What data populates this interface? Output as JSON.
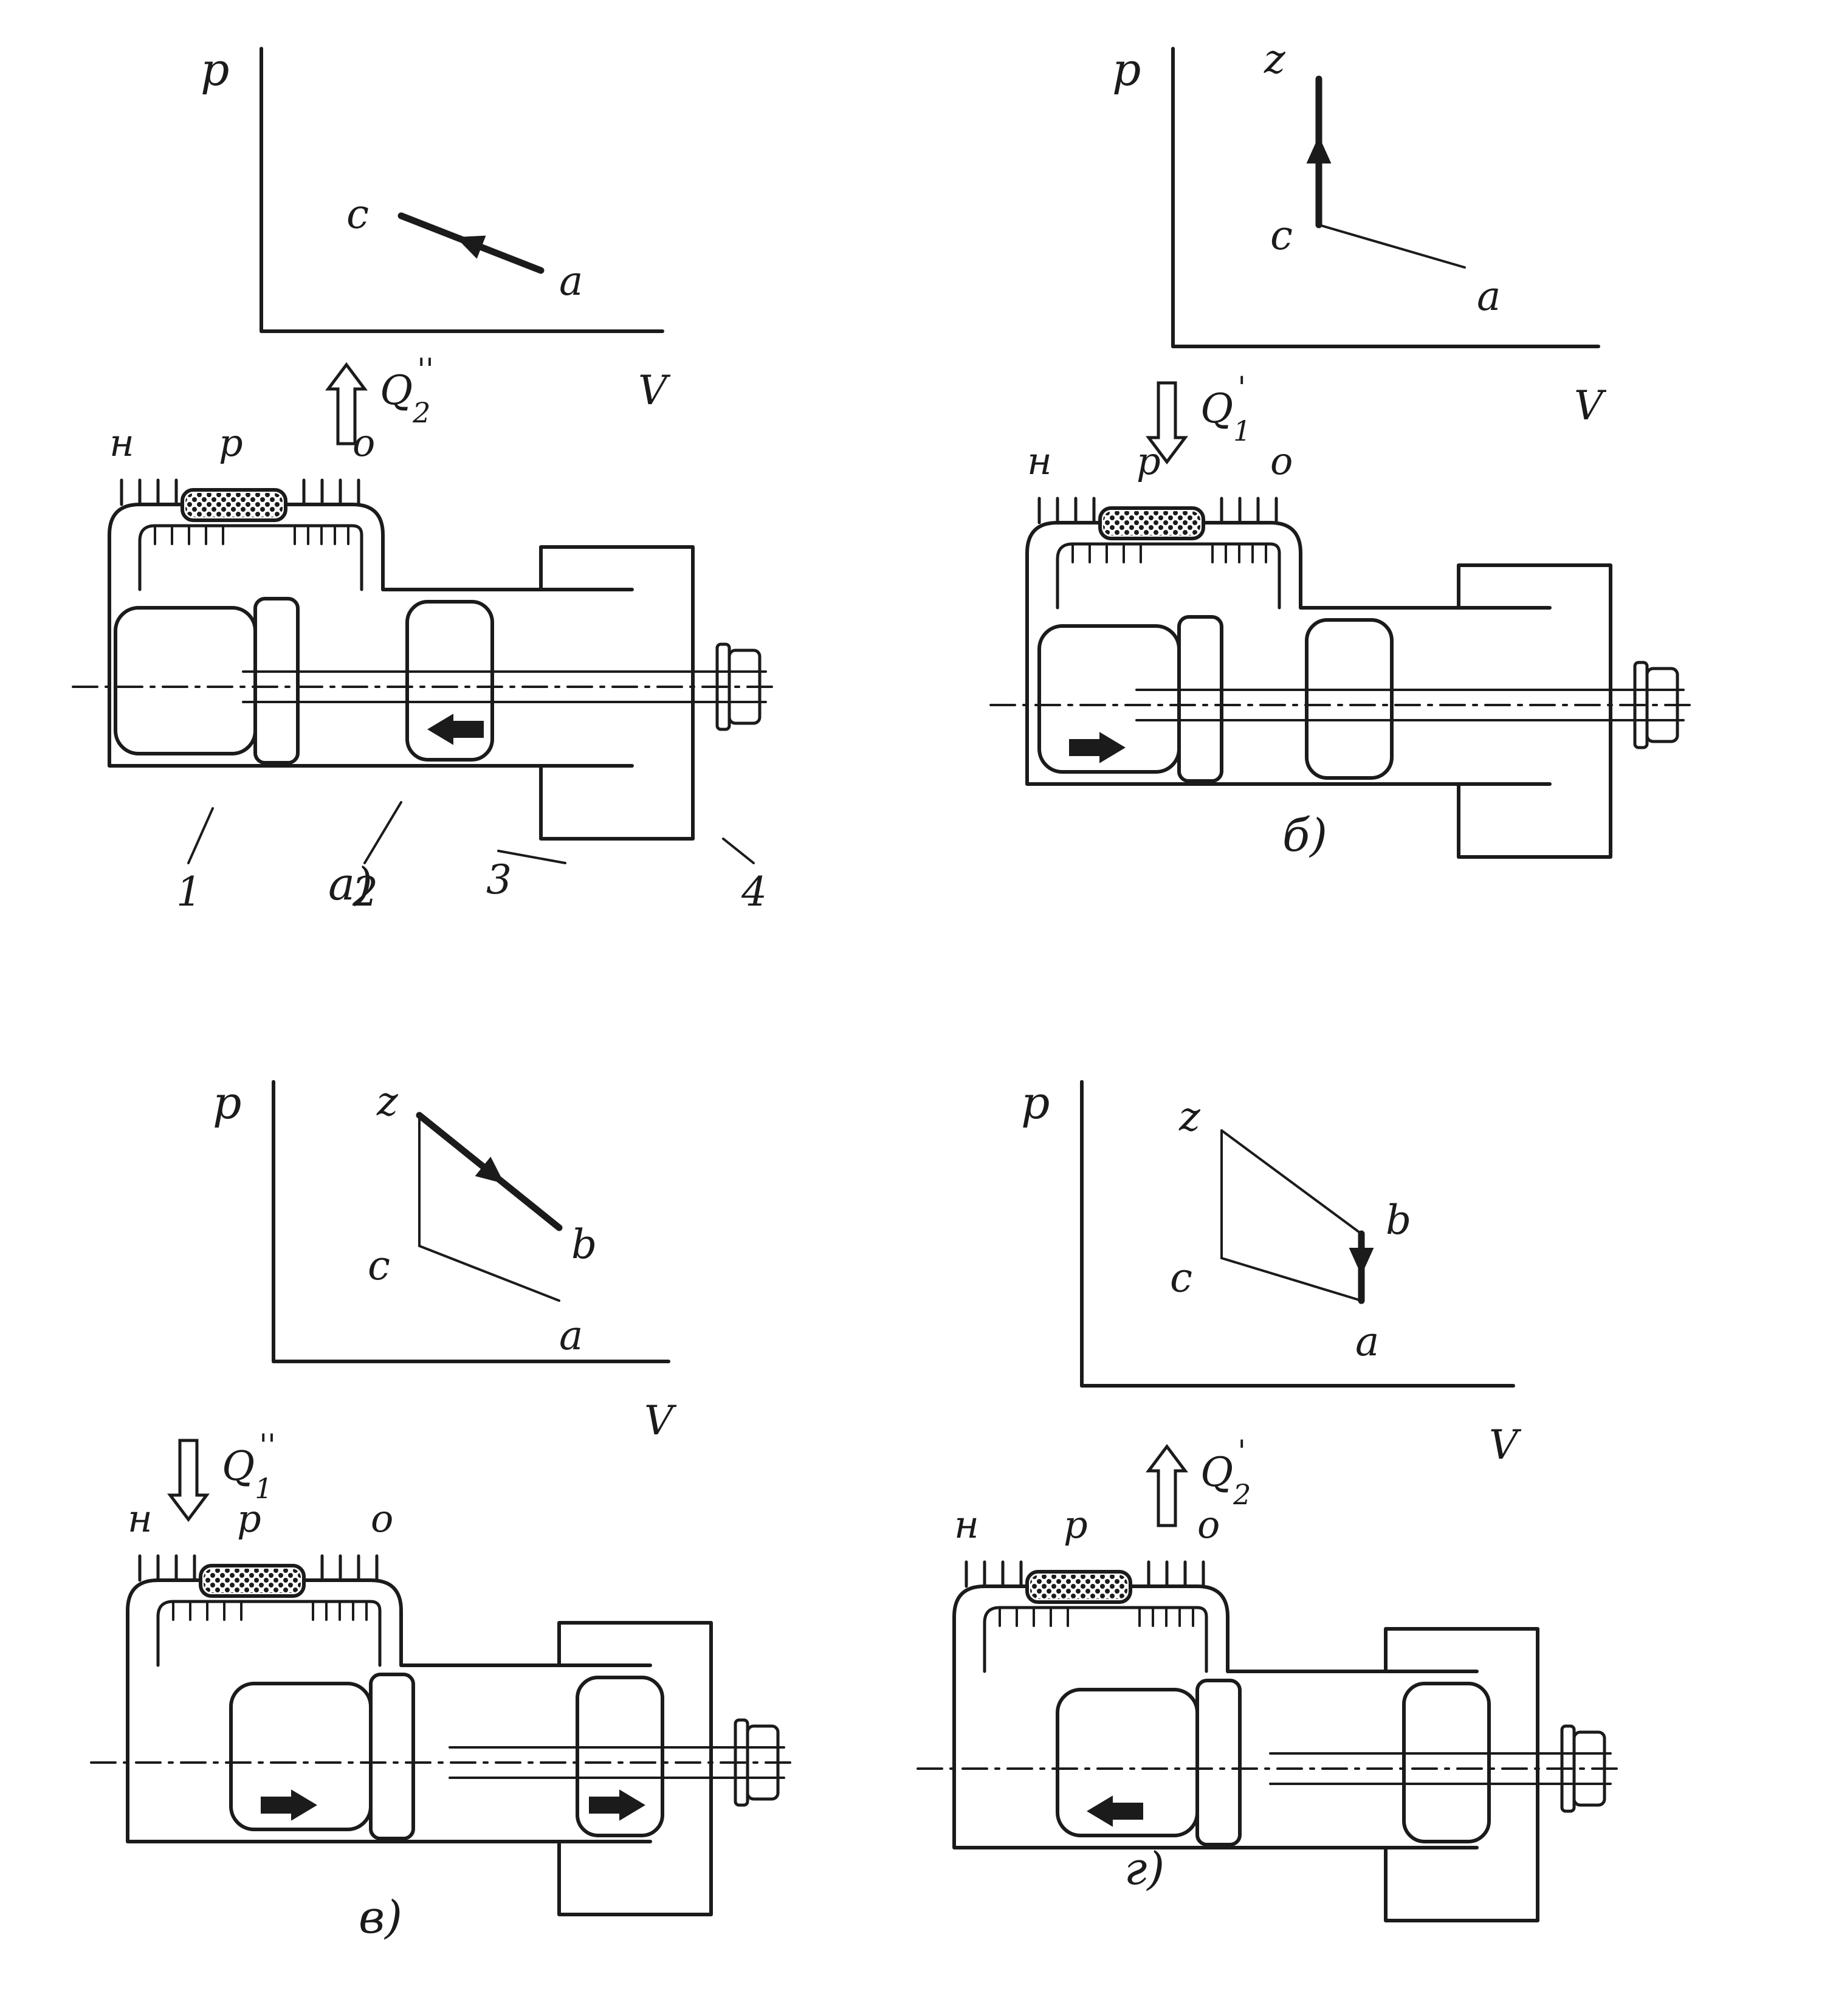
{
  "colors": {
    "ink": "#1b1b1b",
    "paper": "#ffffff"
  },
  "panels": [
    {
      "id": "a",
      "caption": "а)",
      "heat": {
        "label": "Q",
        "sup": "''",
        "sub": "2",
        "direction": "out"
      },
      "pv": {
        "p_label": "p",
        "v_label": "V",
        "points": [
          {
            "name": "c"
          },
          {
            "name": "a"
          }
        ]
      },
      "engine": {
        "zone_labels": {
          "hot": "н",
          "regen": "р",
          "cold": "о"
        },
        "part_numbers": [
          "1",
          "2",
          "3",
          "4"
        ],
        "piston_arrows": [
          "left"
        ]
      }
    },
    {
      "id": "b",
      "caption": "б)",
      "heat": {
        "label": "Q",
        "sup": "'",
        "sub": "1",
        "direction": "in"
      },
      "pv": {
        "p_label": "p",
        "v_label": "V",
        "points": [
          {
            "name": "z"
          },
          {
            "name": "c"
          },
          {
            "name": "a"
          }
        ]
      },
      "engine": {
        "zone_labels": {
          "hot": "н",
          "regen": "р",
          "cold": "о"
        },
        "piston_arrows": [
          "right"
        ]
      }
    },
    {
      "id": "v",
      "caption": "в)",
      "heat": {
        "label": "Q",
        "sup": "''",
        "sub": "1",
        "direction": "in"
      },
      "pv": {
        "p_label": "p",
        "v_label": "V",
        "points": [
          {
            "name": "z"
          },
          {
            "name": "b"
          },
          {
            "name": "c"
          },
          {
            "name": "a"
          }
        ]
      },
      "engine": {
        "zone_labels": {
          "hot": "н",
          "regen": "р",
          "cold": "о"
        },
        "piston_arrows": [
          "right",
          "right"
        ]
      }
    },
    {
      "id": "g",
      "caption": "г)",
      "heat": {
        "label": "Q",
        "sup": "'",
        "sub": "2",
        "direction": "out"
      },
      "pv": {
        "p_label": "p",
        "v_label": "V",
        "points": [
          {
            "name": "z"
          },
          {
            "name": "b"
          },
          {
            "name": "c"
          },
          {
            "name": "a"
          }
        ]
      },
      "engine": {
        "zone_labels": {
          "hot": "н",
          "regen": "р",
          "cold": "о"
        },
        "piston_arrows": [
          "left"
        ]
      }
    }
  ]
}
